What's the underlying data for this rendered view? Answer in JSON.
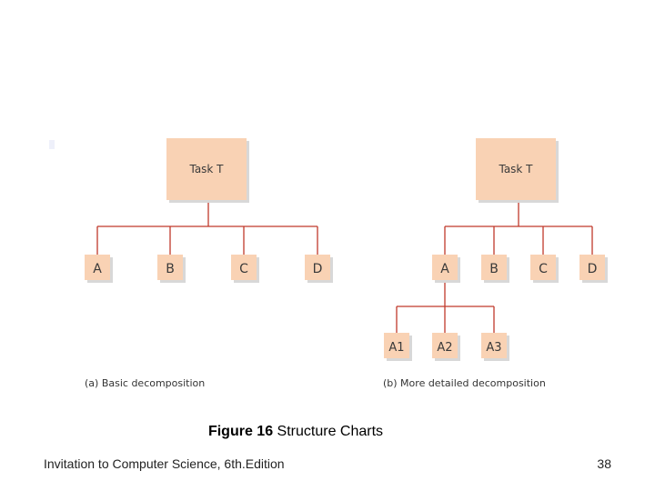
{
  "diagram_a": {
    "root": "Task T",
    "children": [
      "A",
      "B",
      "C",
      "D"
    ],
    "caption": "(a) Basic decomposition"
  },
  "diagram_b": {
    "root": "Task T",
    "children": [
      "A",
      "B",
      "C",
      "D"
    ],
    "grandchildren": [
      "A1",
      "A2",
      "A3"
    ],
    "caption": "(b) More detailed decomposition"
  },
  "figure": {
    "label": "Figure 16",
    "title": "Structure Charts"
  },
  "footer": {
    "book": "Invitation to Computer Science, 6th.Edition",
    "page": "38"
  },
  "colors": {
    "box_fill": "#f9d2b4",
    "connector": "#c0392b"
  }
}
